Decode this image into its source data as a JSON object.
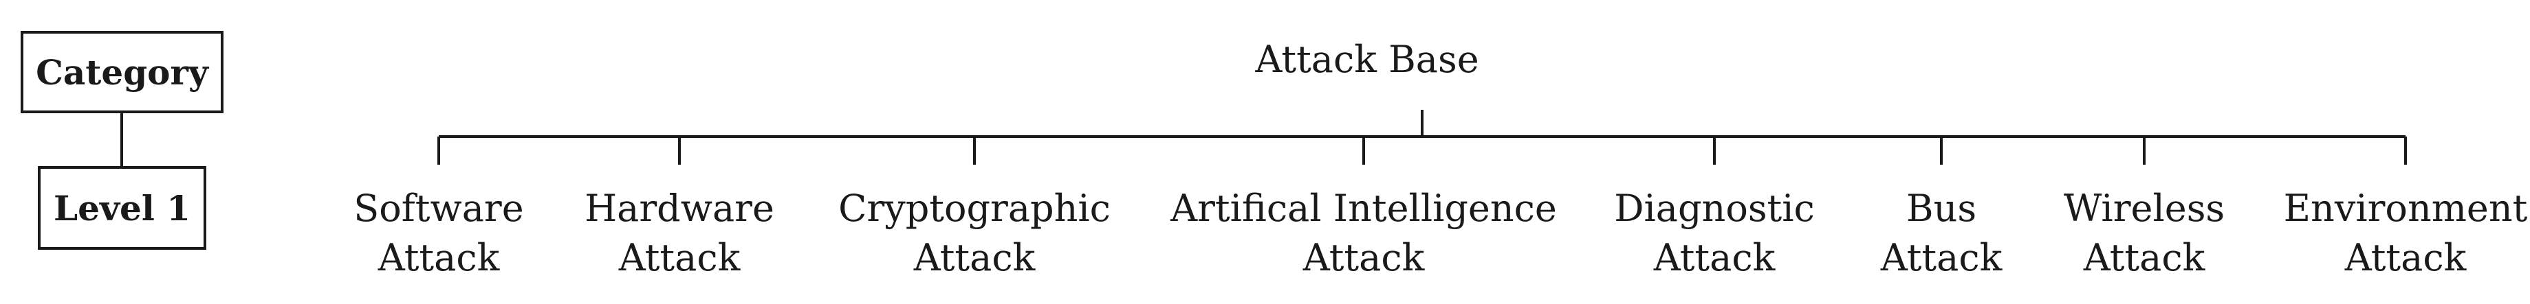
{
  "legend": {
    "category_label": "Category",
    "level_label": "Level 1"
  },
  "tree": {
    "root": "Attack Base",
    "children": [
      {
        "line1": "Software",
        "line2": "Attack"
      },
      {
        "line1": "Hardware",
        "line2": "Attack"
      },
      {
        "line1": "Cryptographic",
        "line2": "Attack"
      },
      {
        "line1": "Artifical Intelligence",
        "line2": "Attack"
      },
      {
        "line1": "Diagnostic",
        "line2": "Attack"
      },
      {
        "line1": "Bus",
        "line2": "Attack"
      },
      {
        "line1": "Wireless",
        "line2": "Attack"
      },
      {
        "line1": "Environment",
        "line2": "Attack"
      }
    ]
  }
}
